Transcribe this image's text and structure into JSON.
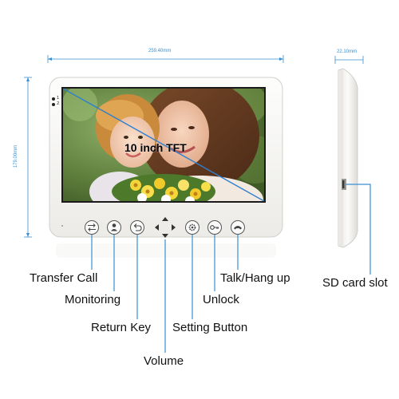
{
  "dimensions": {
    "width": "259.40mm",
    "height": "179.00mm",
    "depth": "22.10mm"
  },
  "screen": {
    "label": "10 inch TFT"
  },
  "indicators": [
    "1",
    "2"
  ],
  "buttons": [
    {
      "name": "transfer-call",
      "icon": "transfer-icon"
    },
    {
      "name": "monitoring",
      "icon": "person-icon"
    },
    {
      "name": "return-key",
      "icon": "return-arrow-icon"
    },
    {
      "name": "volume",
      "icon": "direction-pad-icon"
    },
    {
      "name": "setting",
      "icon": "gear-icon"
    },
    {
      "name": "unlock",
      "icon": "key-icon"
    },
    {
      "name": "talk-hang-up",
      "icon": "phone-icon"
    }
  ],
  "labels": {
    "transfer_call": "Transfer Call",
    "monitoring": "Monitoring",
    "return_key": "Return Key",
    "volume": "Volume",
    "setting_button": "Setting Button",
    "unlock": "Unlock",
    "talk_hang_up": "Talk/Hang up",
    "sd_card_slot": "SD card slot"
  },
  "colors": {
    "callout_line": "#3a8fd0",
    "device_body": "#f7f7f5"
  }
}
